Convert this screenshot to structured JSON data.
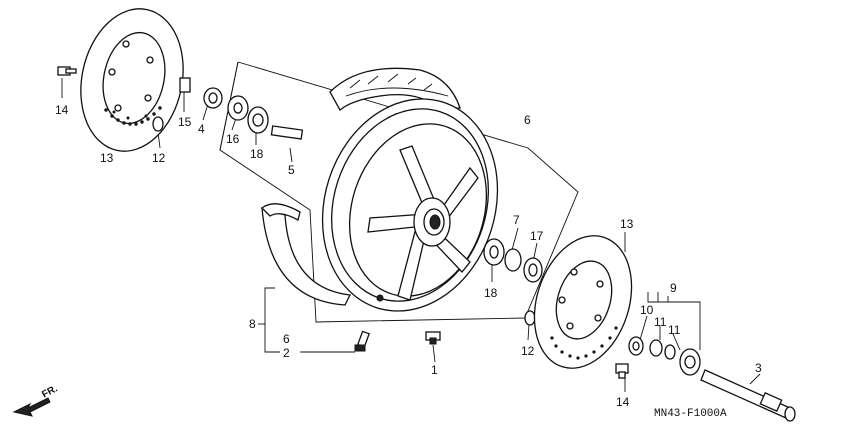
{
  "diagram": {
    "code": "MN43-F1000A",
    "direction": "FR.",
    "callouts": {
      "14a": "14",
      "13a": "13",
      "15": "15",
      "4": "4",
      "16": "16",
      "18a": "18",
      "12a": "12",
      "5": "5",
      "6a": "6",
      "7": "7",
      "17": "17",
      "18b": "18",
      "8": "8",
      "6b": "6",
      "2": "2",
      "1": "1",
      "12b": "12",
      "13b": "13",
      "9": "9",
      "10": "10",
      "11a": "11",
      "11b": "11",
      "3": "3",
      "14b": "14"
    }
  }
}
